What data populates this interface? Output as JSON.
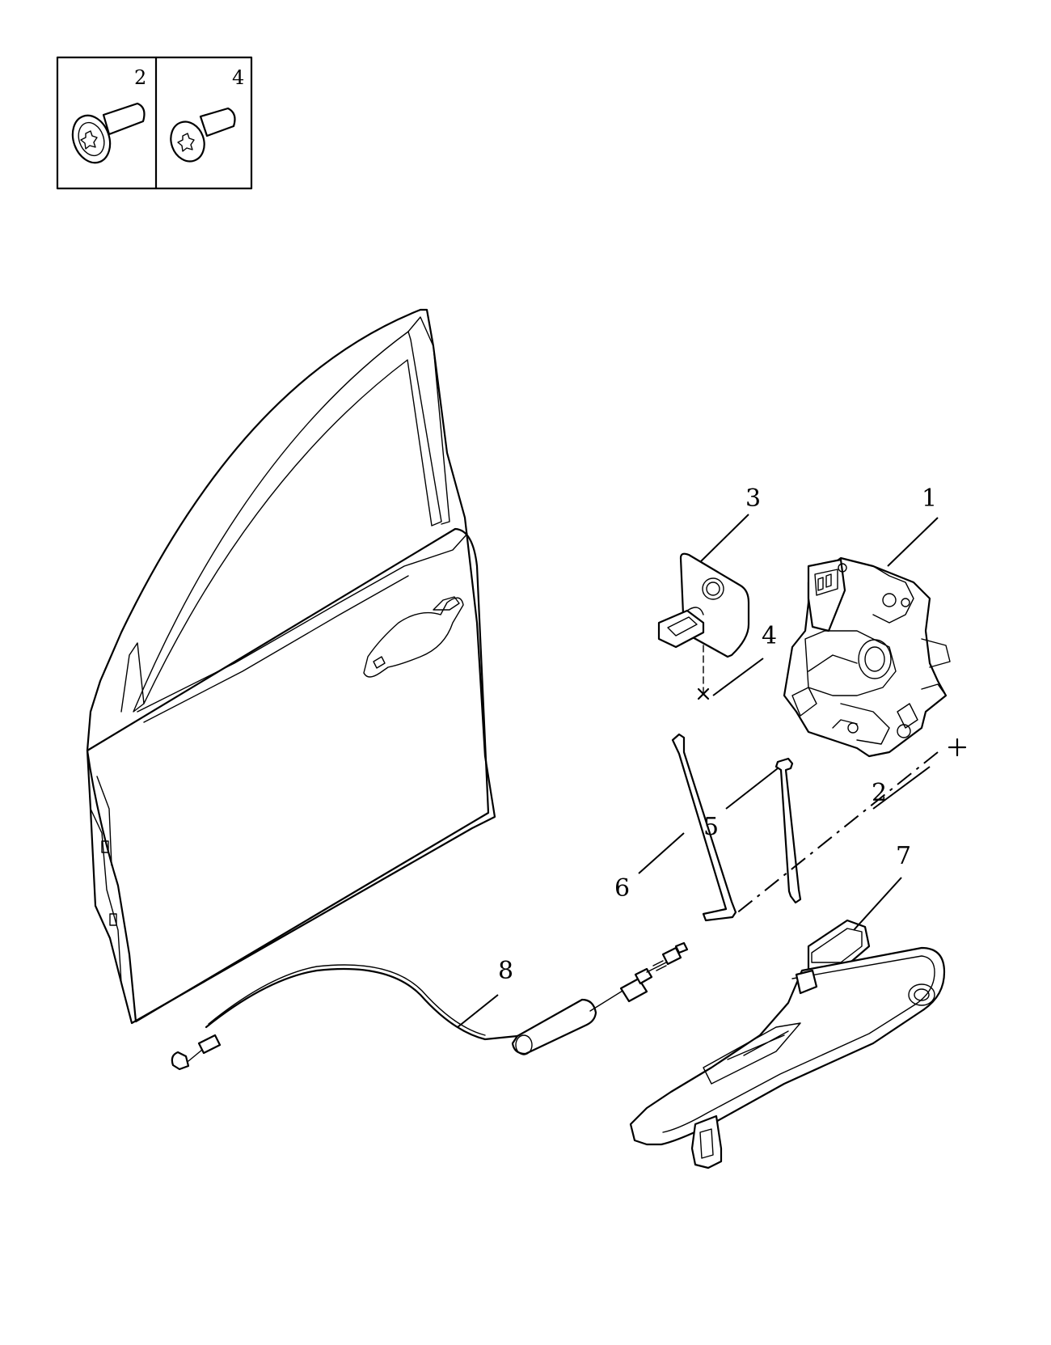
{
  "legend": {
    "cells": [
      {
        "number": "2",
        "icon": "torx-flange-bolt-icon"
      },
      {
        "number": "4",
        "icon": "torx-countersunk-bolt-icon"
      }
    ]
  },
  "callouts": {
    "c1": "1",
    "c2": "2",
    "c3": "3",
    "c4": "4",
    "c5": "5",
    "c6": "6",
    "c7": "7",
    "c8": "8"
  },
  "colors": {
    "line": "#000000",
    "background": "#ffffff"
  }
}
